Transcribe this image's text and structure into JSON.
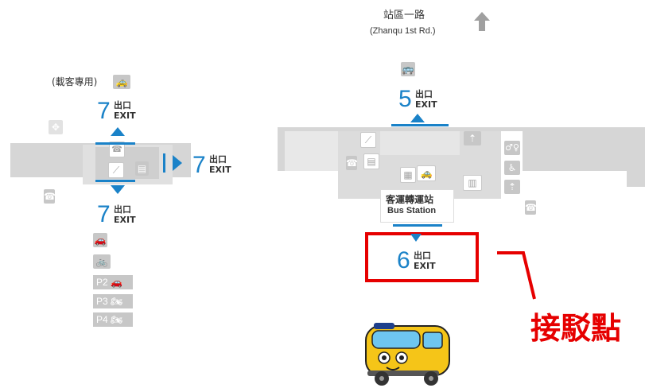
{
  "road": {
    "name": "站區一路",
    "name_en": "(Zhanqu 1st Rd.)"
  },
  "left_label": "(載客專用)",
  "exits": {
    "exit_word_cn": "出口",
    "exit_word_en": "EXIT",
    "left_top": "7",
    "left_right": "7",
    "left_bottom": "7",
    "top": "5",
    "bus": "6"
  },
  "bus_station": {
    "cn": "客運轉運站",
    "en": "Bus Station"
  },
  "parking": [
    "P2",
    "P3",
    "P4"
  ],
  "pickup_point": "接駁點",
  "colors": {
    "exit_blue": "#1a82c8",
    "highlight_red": "#e60000",
    "block_gray": "#d6d6d6",
    "icon_gray": "#c7c7c7",
    "bus_yellow": "#f5c518"
  },
  "icons": [
    "up-arrow-icon",
    "bus-icon",
    "car-icon",
    "escalator-icon",
    "elevator-icon",
    "phone-icon",
    "restroom-icon",
    "accessible-icon",
    "bicycle-icon",
    "motorcycle-icon",
    "taxi-icon"
  ]
}
